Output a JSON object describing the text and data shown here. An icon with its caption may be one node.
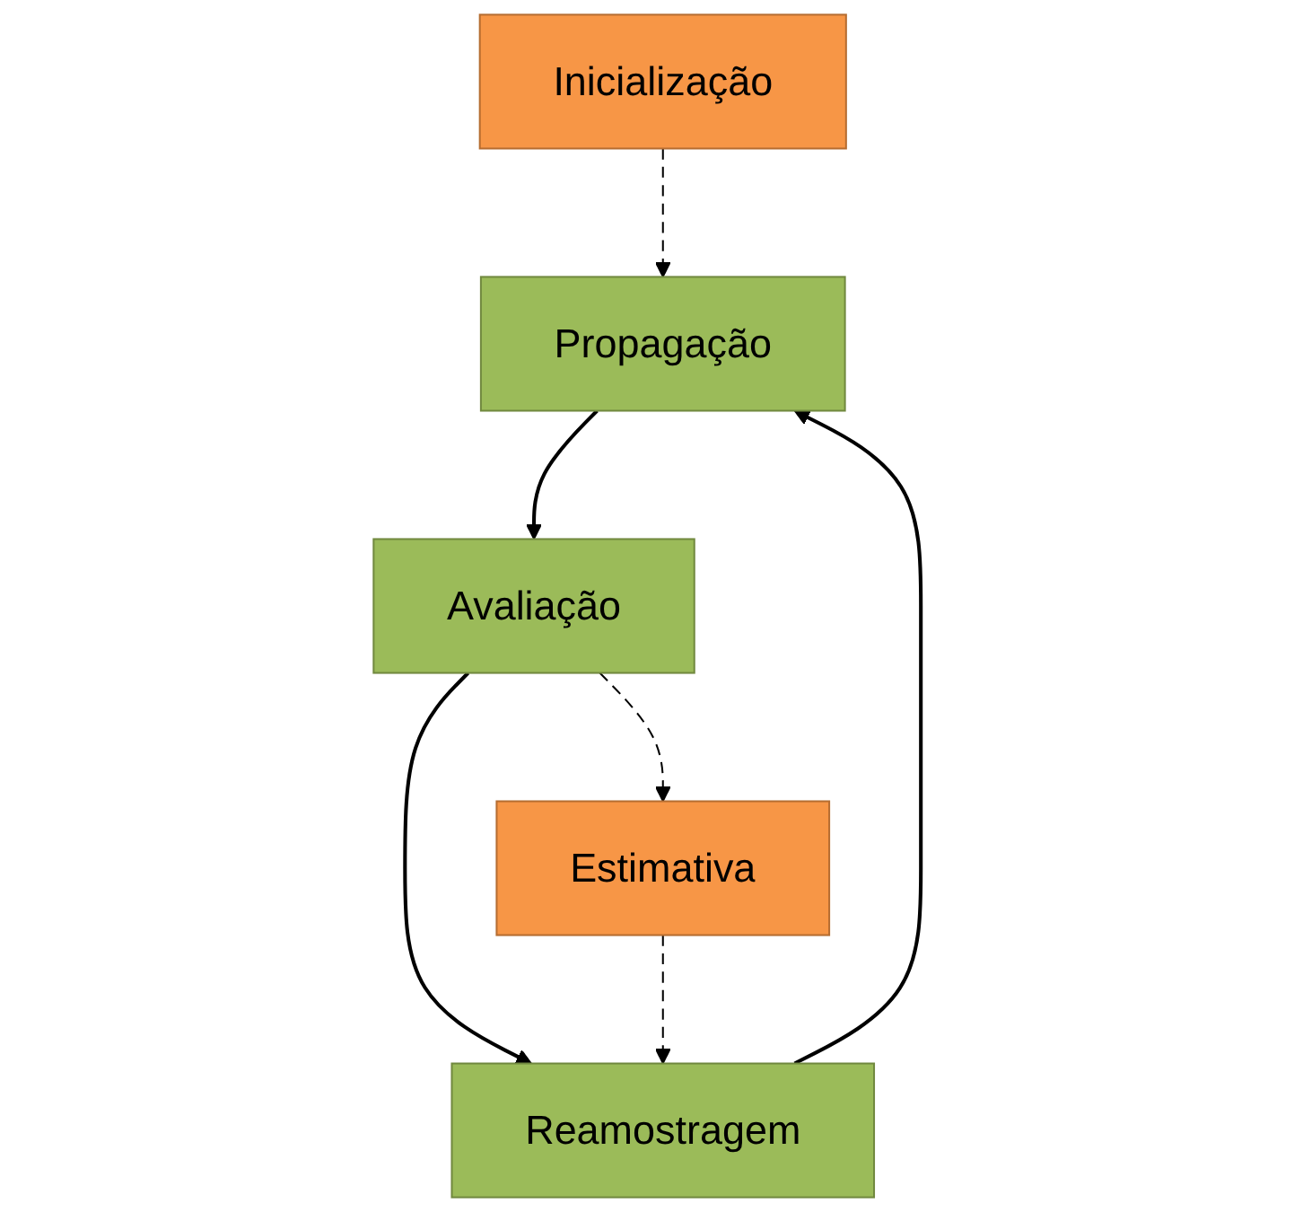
{
  "diagram": {
    "nodes": [
      {
        "text": [
          "Inicialização"
        ]
      },
      {
        "text": [
          "Propagação"
        ]
      },
      {
        "text": [
          "Avaliação"
        ]
      },
      {
        "text": [
          "Reamostragem"
        ]
      },
      {
        "text": [
          "Estimativa"
        ]
      }
    ],
    "edges": [
      {
        "from": 0,
        "to": 1,
        "arrow": "to",
        "style": "dashed"
      },
      {
        "from": 1,
        "to": 2,
        "arrow": "to"
      },
      {
        "from": 2,
        "to": 3,
        "arrow": "to"
      },
      {
        "from": 3,
        "to": 1,
        "arrow": "to"
      },
      {
        "from": 2,
        "to": 4,
        "arrow": "to",
        "style": "dashed"
      },
      {
        "from": 4,
        "to": 3,
        "arrow": "to",
        "style": "dashed"
      }
    ]
  }
}
